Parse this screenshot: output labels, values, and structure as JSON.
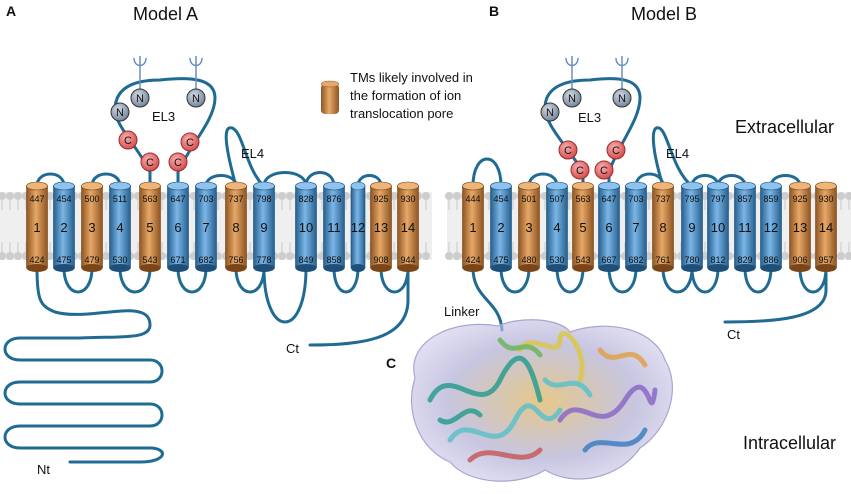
{
  "panels": [
    {
      "letter": "A",
      "title": "Model A",
      "el3_label": "EL3",
      "el4_label": "EL4",
      "n_label": "N",
      "c_label": "C",
      "nt_label": "Nt",
      "ct_label": "Ct",
      "segments": [
        {
          "num": "1",
          "top": "447",
          "bottom": "424",
          "type": "pore"
        },
        {
          "num": "2",
          "top": "454",
          "bottom": "475",
          "type": "other"
        },
        {
          "num": "3",
          "top": "500",
          "bottom": "479",
          "type": "pore"
        },
        {
          "num": "4",
          "top": "511",
          "bottom": "530",
          "type": "other"
        },
        {
          "num": "5",
          "top": "563",
          "bottom": "543",
          "type": "pore"
        },
        {
          "num": "6",
          "top": "647",
          "bottom": "671",
          "type": "other"
        },
        {
          "num": "7",
          "top": "703",
          "bottom": "682",
          "type": "other"
        },
        {
          "num": "8",
          "top": "737",
          "bottom": "756",
          "type": "pore"
        },
        {
          "num": "9",
          "top": "798",
          "bottom": "778",
          "type": "other"
        },
        {
          "num": "10",
          "top": "828",
          "bottom": "849",
          "type": "other"
        },
        {
          "num": "11",
          "top": "876",
          "bottom": "858",
          "type": "other"
        },
        {
          "num": "12",
          "top": "",
          "bottom": "",
          "type": "other"
        },
        {
          "num": "13",
          "top": "925",
          "bottom": "908",
          "type": "pore"
        },
        {
          "num": "14",
          "top": "930",
          "bottom": "944",
          "type": "pore"
        }
      ]
    },
    {
      "letter": "B",
      "title": "Model B",
      "el3_label": "EL3",
      "el4_label": "EL4",
      "n_label": "N",
      "c_label": "C",
      "linker_label": "Linker",
      "ct_label": "Ct",
      "segments": [
        {
          "num": "1",
          "top": "444",
          "bottom": "424",
          "type": "pore"
        },
        {
          "num": "2",
          "top": "454",
          "bottom": "475",
          "type": "other"
        },
        {
          "num": "3",
          "top": "501",
          "bottom": "480",
          "type": "pore"
        },
        {
          "num": "4",
          "top": "507",
          "bottom": "530",
          "type": "other"
        },
        {
          "num": "5",
          "top": "563",
          "bottom": "543",
          "type": "pore"
        },
        {
          "num": "6",
          "top": "647",
          "bottom": "667",
          "type": "other"
        },
        {
          "num": "7",
          "top": "703",
          "bottom": "682",
          "type": "other"
        },
        {
          "num": "8",
          "top": "737",
          "bottom": "761",
          "type": "pore"
        },
        {
          "num": "9",
          "top": "795",
          "bottom": "780",
          "type": "other"
        },
        {
          "num": "10",
          "top": "797",
          "bottom": "812",
          "type": "other"
        },
        {
          "num": "11",
          "top": "857",
          "bottom": "829",
          "type": "other"
        },
        {
          "num": "12",
          "top": "859",
          "bottom": "886",
          "type": "other"
        },
        {
          "num": "13",
          "top": "925",
          "bottom": "906",
          "type": "pore"
        },
        {
          "num": "14",
          "top": "930",
          "bottom": "957",
          "type": "pore"
        }
      ]
    }
  ],
  "legend": {
    "text_lines": [
      "TMs likely involved in",
      "the formation of ion",
      "translocation pore"
    ]
  },
  "region_labels": {
    "extracellular": "Extracellular",
    "intracellular": "Intracellular"
  },
  "panel_c": {
    "letter": "C"
  },
  "colors": {
    "pore_helix": "#c8803f",
    "other_helix": "#4a8fc8",
    "loop": "#1f6b93",
    "membrane": "#c8c8c8",
    "cysteine": "#e06a6a",
    "glycosyl_n": "#8c9aae"
  }
}
